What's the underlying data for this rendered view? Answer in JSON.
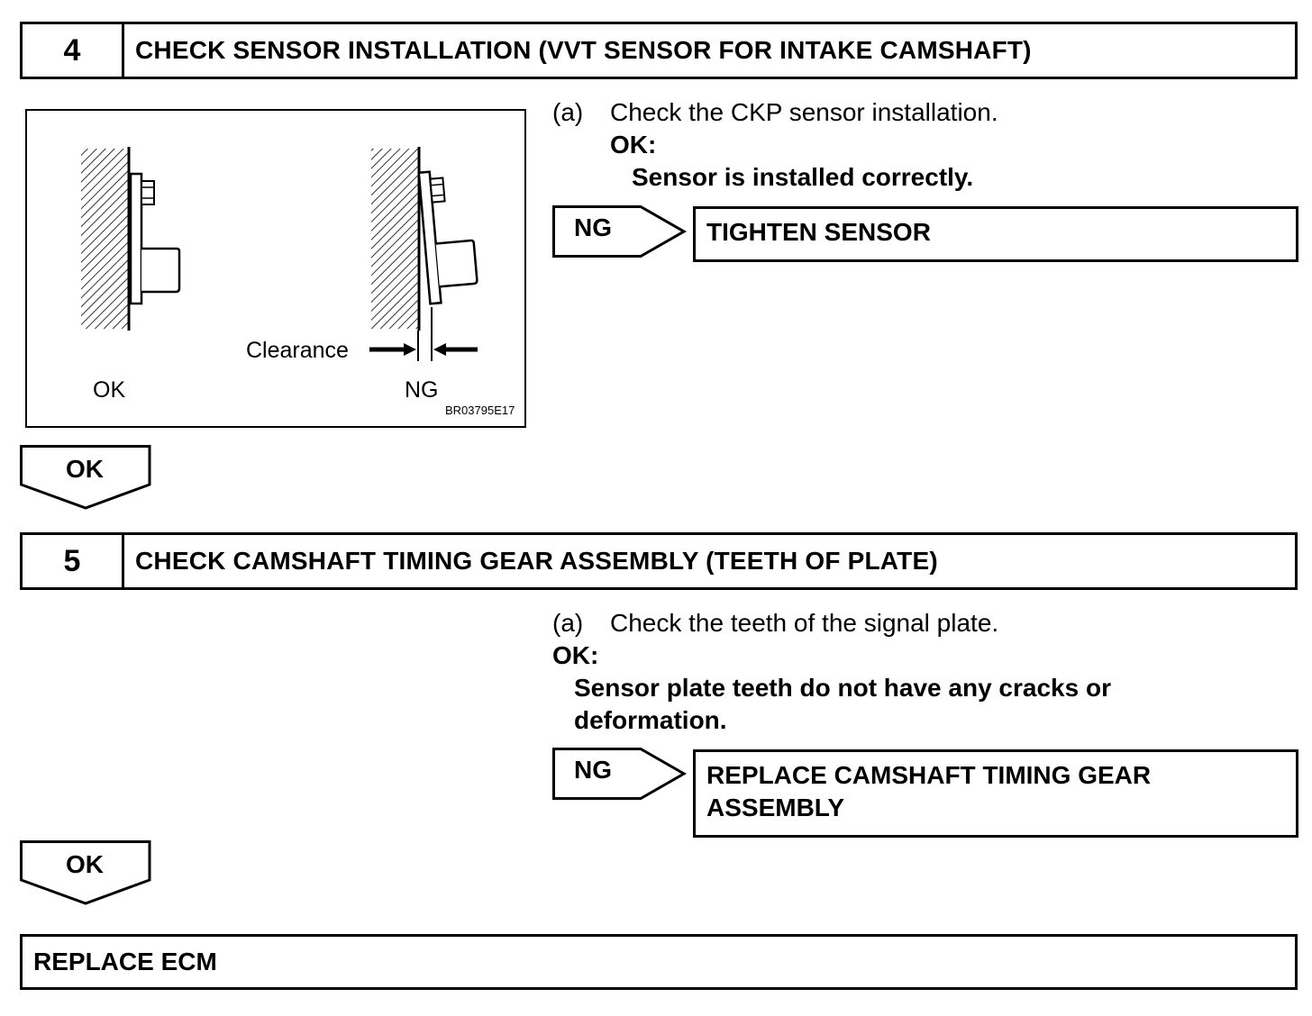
{
  "step4": {
    "number": "4",
    "title": "CHECK SENSOR INSTALLATION (VVT SENSOR FOR INTAKE CAMSHAFT)",
    "figure": {
      "label_clearance": "Clearance",
      "label_ok": "OK",
      "label_ng": "NG",
      "code": "BR03795E17"
    },
    "instruction_marker": "(a)",
    "instruction": "Check the CKP sensor installation.",
    "ok_label": "OK:",
    "ok_text": "Sensor is installed correctly.",
    "ng_label": "NG",
    "ng_action": "TIGHTEN SENSOR",
    "ok_arrow": "OK"
  },
  "step5": {
    "number": "5",
    "title": "CHECK CAMSHAFT TIMING GEAR ASSEMBLY (TEETH OF PLATE)",
    "instruction_marker": "(a)",
    "instruction": "Check the teeth of the signal plate.",
    "ok_label": "OK:",
    "ok_text_line1": "Sensor plate teeth do not have any cracks or",
    "ok_text_line2": "deformation.",
    "ng_label": "NG",
    "ng_action_line1": "REPLACE CAMSHAFT TIMING GEAR",
    "ng_action_line2": "ASSEMBLY",
    "ok_arrow": "OK"
  },
  "final_action": "REPLACE ECM"
}
